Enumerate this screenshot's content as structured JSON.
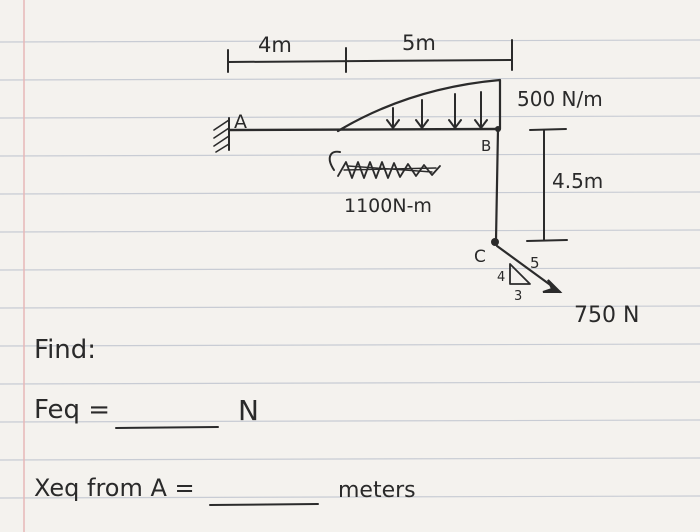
{
  "diagram": {
    "dim_top_left": "4m",
    "dim_top_right": "5m",
    "load_intensity": "500 N/m",
    "point_a": "A",
    "point_b": "B",
    "point_c": "C",
    "moment": "1100N-m",
    "dim_vertical": "4.5m",
    "slope_rise": "4",
    "slope_run": "3",
    "slope_hyp": "5",
    "force": "750 N"
  },
  "questions": {
    "find": "Find:",
    "feq_label": "Feq =",
    "feq_unit": "N",
    "xeq_label": "Xeq from A =",
    "xeq_unit": "meters"
  }
}
